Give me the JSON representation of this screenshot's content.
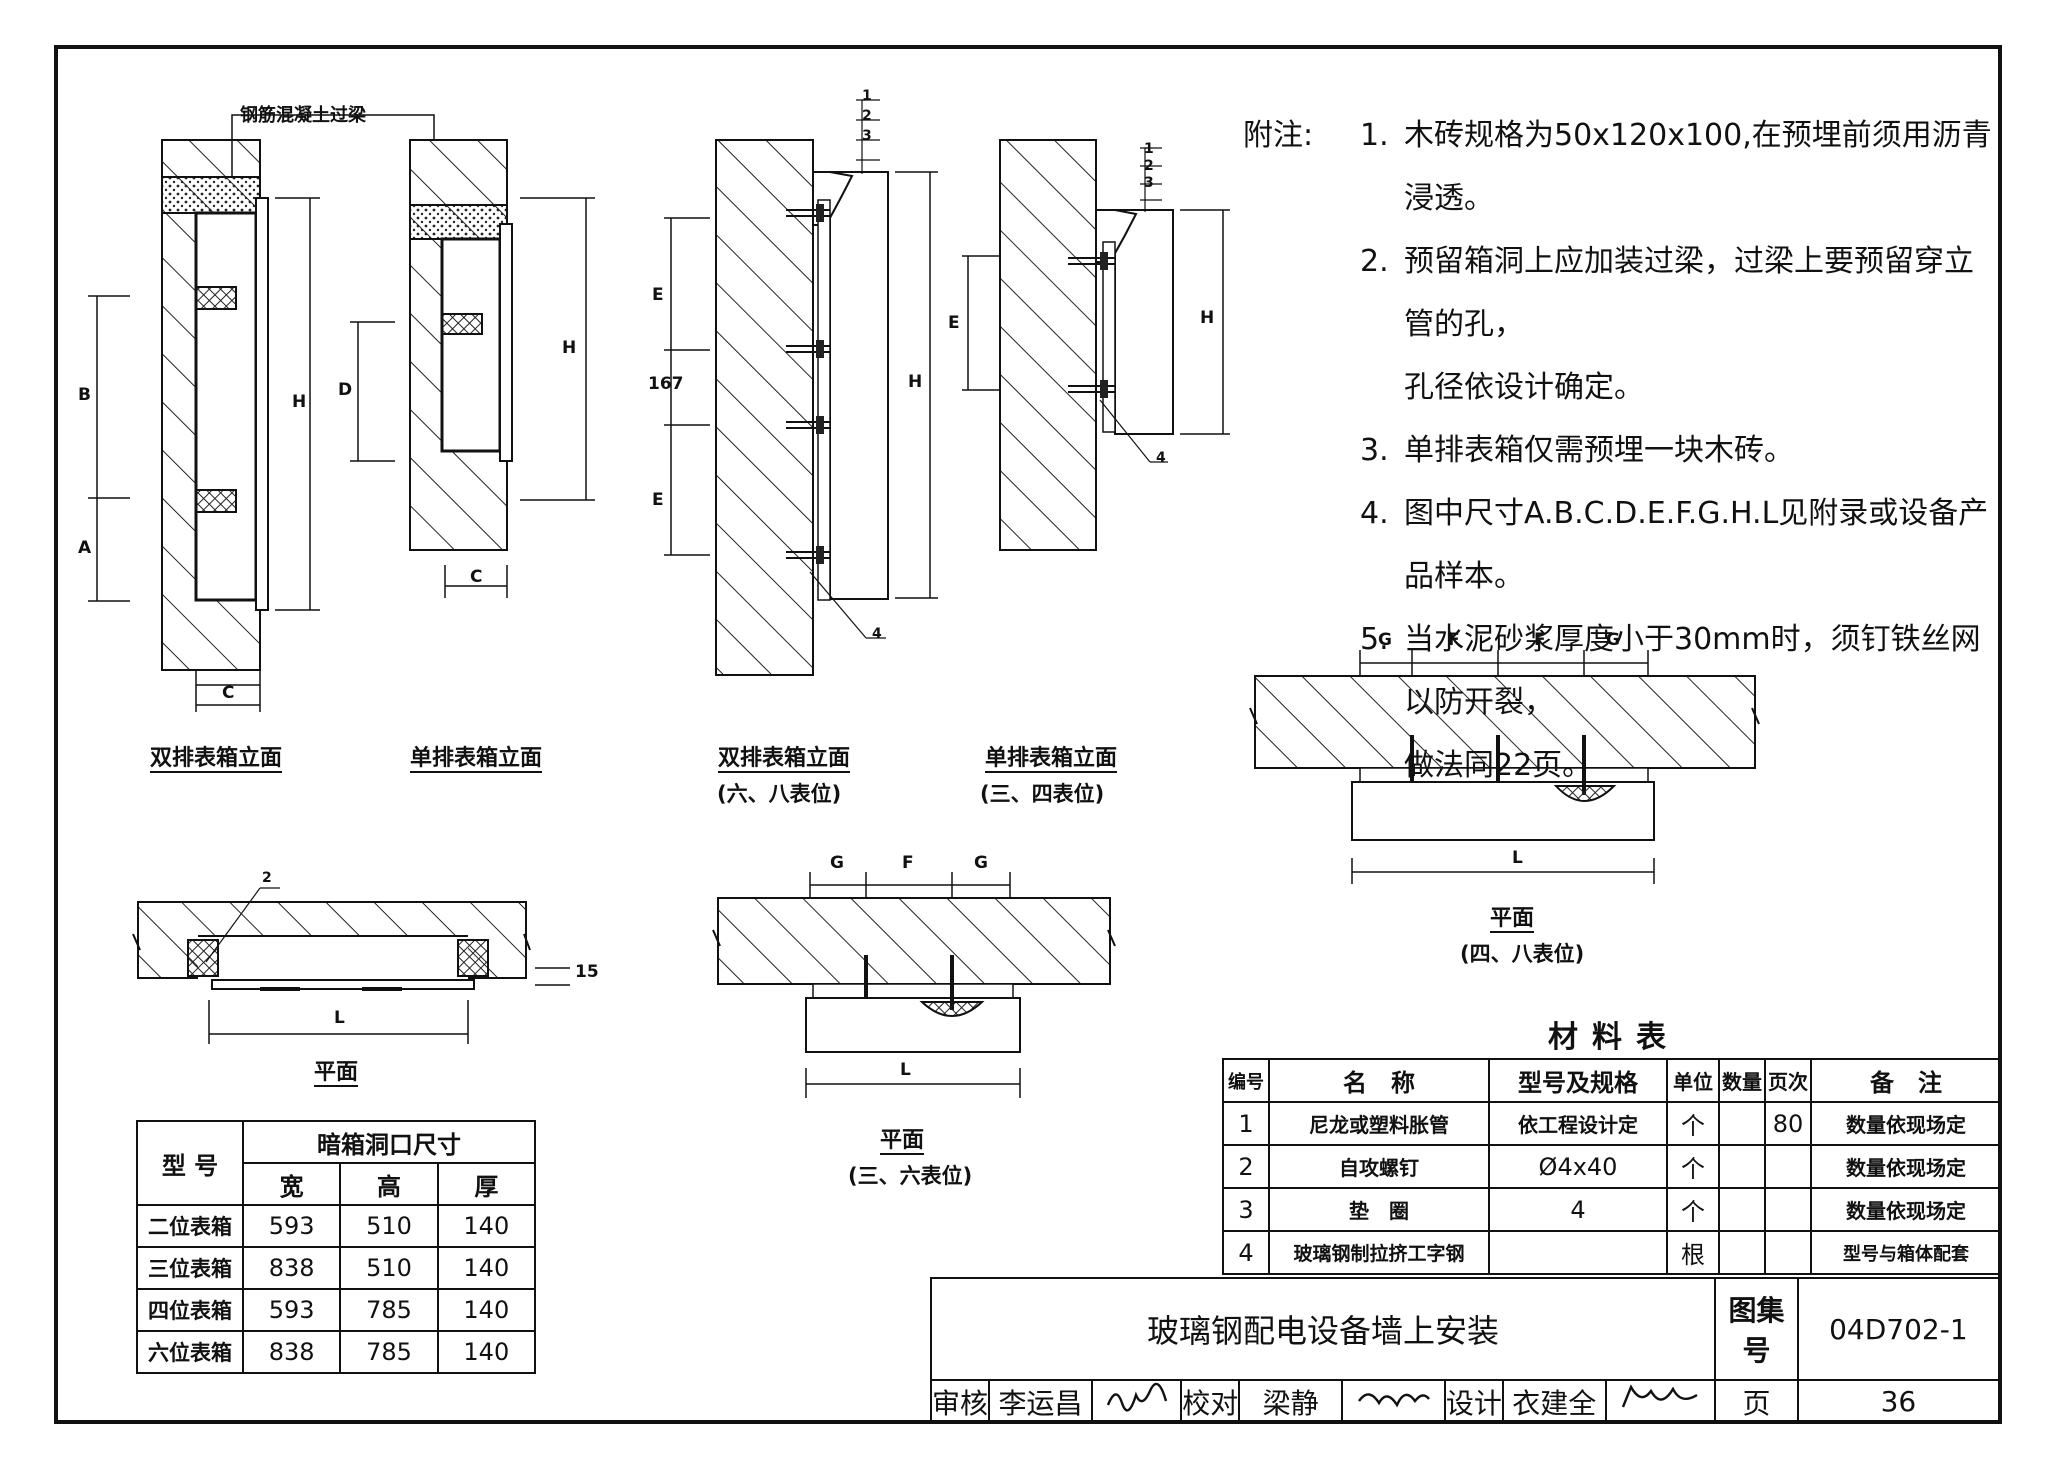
{
  "drawings": {
    "lintel_label": "钢筋混凝土过梁",
    "elev1": {
      "title": "双排表箱立面",
      "dims": {
        "B": "B",
        "A": "A",
        "H": "H",
        "C": "C"
      }
    },
    "elev2": {
      "title": "单排表箱立面",
      "dims": {
        "D": "D",
        "H": "H",
        "C": "C"
      }
    },
    "elev3": {
      "title": "双排表箱立面",
      "subtitle": "(六、八表位)",
      "dims": {
        "E1": "E",
        "n167": "167",
        "E2": "E",
        "H": "H"
      },
      "callouts": [
        "1",
        "2",
        "3",
        "4"
      ]
    },
    "elev4": {
      "title": "单排表箱立面",
      "subtitle": "(三、四表位)",
      "dims": {
        "E": "E",
        "H": "H"
      },
      "callouts": [
        "1",
        "2",
        "3",
        "4"
      ]
    },
    "plan1": {
      "title": "平面",
      "dims": {
        "L": "L",
        "n15": "15"
      },
      "callout": "2"
    },
    "plan2": {
      "title": "平面",
      "subtitle": "(三、六表位)",
      "dims": {
        "G1": "G",
        "F": "F",
        "G2": "G",
        "L": "L"
      }
    },
    "plan3": {
      "title": "平面",
      "subtitle": "(四、八表位)",
      "dims": {
        "G1": "G",
        "F1": "F",
        "F2": "F",
        "G2": "G",
        "L": "L"
      }
    }
  },
  "notes": {
    "prefix": "附注:",
    "items": [
      {
        "num": "1.",
        "text": "木砖规格为50x120x100,在预埋前须用沥青浸透。"
      },
      {
        "num": "2.",
        "text": "预留箱洞上应加装过梁，过梁上要预留穿立管的孔，",
        "cont": "孔径依设计确定。"
      },
      {
        "num": "3.",
        "text": "单排表箱仅需预埋一块木砖。"
      },
      {
        "num": "4.",
        "text": "图中尺寸A.B.C.D.E.F.G.H.L见附录或设备产品样本。"
      },
      {
        "num": "5.",
        "text": "当水泥砂浆厚度小于30mm时，须钉铁丝网以防开裂，",
        "cont": "做法同22页。"
      }
    ]
  },
  "size_table": {
    "h_type": "型 号",
    "h_group": "暗箱洞口尺寸",
    "h_cols": [
      "宽",
      "高",
      "厚"
    ],
    "rows": [
      {
        "type": "二位表箱",
        "w": "593",
        "h": "510",
        "d": "140"
      },
      {
        "type": "三位表箱",
        "w": "838",
        "h": "510",
        "d": "140"
      },
      {
        "type": "四位表箱",
        "w": "593",
        "h": "785",
        "d": "140"
      },
      {
        "type": "六位表箱",
        "w": "838",
        "h": "785",
        "d": "140"
      }
    ]
  },
  "materials": {
    "title": "材料表",
    "headers": [
      "编号",
      "名　称",
      "型号及规格",
      "单位",
      "数量",
      "页次",
      "备　注"
    ],
    "rows": [
      {
        "no": "1",
        "name": "尼龙或塑料胀管",
        "spec": "依工程设计定",
        "unit": "个",
        "qty": "",
        "page": "80",
        "remark": "数量依现场定"
      },
      {
        "no": "2",
        "name": "自攻螺钉",
        "spec": "Ø4x40",
        "unit": "个",
        "qty": "",
        "page": "",
        "remark": "数量依现场定"
      },
      {
        "no": "3",
        "name": "垫　圈",
        "spec": "4",
        "unit": "个",
        "qty": "",
        "page": "",
        "remark": "数量依现场定"
      },
      {
        "no": "4",
        "name": "玻璃钢制拉挤工字钢",
        "spec": "",
        "unit": "根",
        "qty": "",
        "page": "",
        "remark": "型号与箱体配套"
      }
    ]
  },
  "title_block": {
    "drawing_title": "玻璃钢配电设备墙上安装",
    "atlas_label": "图集号",
    "atlas_no": "04D702-1",
    "review_label": "审核",
    "reviewer": "李运昌",
    "check_label": "校对",
    "checker": "梁静",
    "design_label": "设计",
    "designer": "衣建全",
    "page_label": "页",
    "page_no": "36"
  }
}
